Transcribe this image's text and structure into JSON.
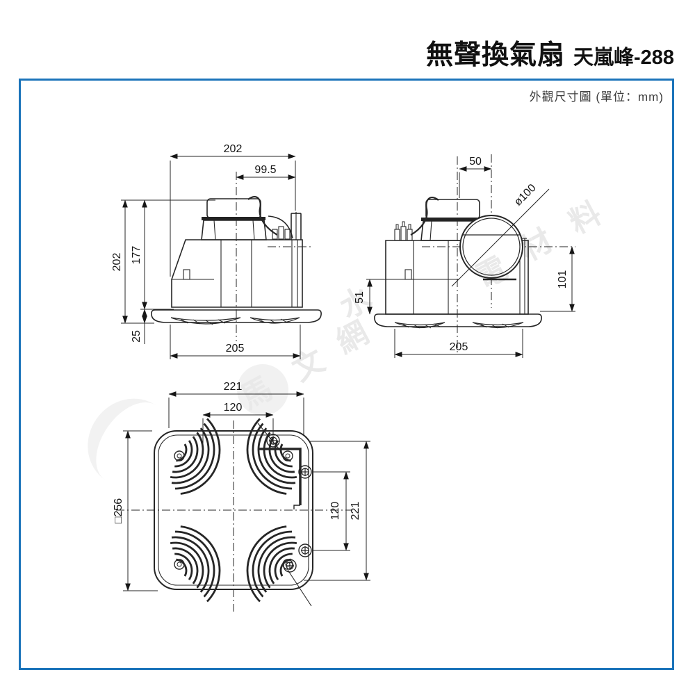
{
  "header": {
    "title_main": "無聲換氣扇",
    "title_model": "天嵐峰-288"
  },
  "sheet": {
    "caption": "外觀尺寸圖 (單位：mm)"
  },
  "colors": {
    "frame_border": "#1b74ba",
    "line": "#262626",
    "watermark": "#e9e9e9"
  },
  "drawings": {
    "side_view_a": {
      "dim_width_top": "202",
      "dim_width_offset": "99.5",
      "dim_height_overall": "202",
      "dim_height_body": "177",
      "dim_height_flange": "25",
      "dim_width_bottom": "205"
    },
    "side_view_b": {
      "dim_duct_offset": "50",
      "dim_duct_diameter": "ø100",
      "dim_duct_height": "101",
      "dim_step_height": "51",
      "dim_width_bottom": "205"
    },
    "bottom_view": {
      "dim_width_top": "221",
      "dim_pitch_top": "120",
      "dim_square": "□256",
      "dim_pitch_side": "120",
      "dim_width_side": "221"
    }
  },
  "watermark": {
    "chars": [
      "馬",
      "文",
      "網",
      "水",
      "電",
      "材",
      "料"
    ]
  }
}
